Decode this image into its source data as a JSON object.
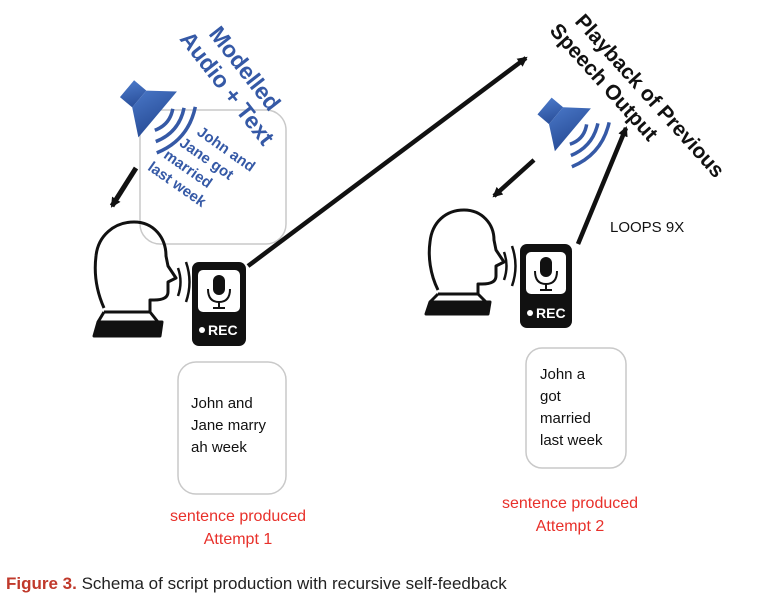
{
  "modelled_audio": {
    "title_line1": "Modelled",
    "title_line2": "Audio + Text",
    "card_text": [
      "John and",
      "Jane got",
      "married",
      "last week"
    ]
  },
  "playback": {
    "title_line1": "Playback of Previous",
    "title_line2": "Speech Output"
  },
  "loops_label": "LOOPS 9X",
  "recorder": {
    "rec_label": "REC"
  },
  "attempt1": {
    "transcript": [
      "John and",
      "Jane marry",
      "ah week"
    ],
    "label_line1": "sentence produced",
    "label_line2": "Attempt 1"
  },
  "attempt2": {
    "transcript": [
      "John a",
      "got",
      "married",
      "last week"
    ],
    "label_line1": "sentence produced",
    "label_line2": "Attempt 2"
  },
  "caption": {
    "figure_label": "Figure 3.",
    "text": " Schema of script production with recursive self-feedback"
  },
  "colors": {
    "blue": "#3559a6",
    "red": "#e8302a",
    "black": "#111111",
    "caption_red": "#c0392b"
  }
}
